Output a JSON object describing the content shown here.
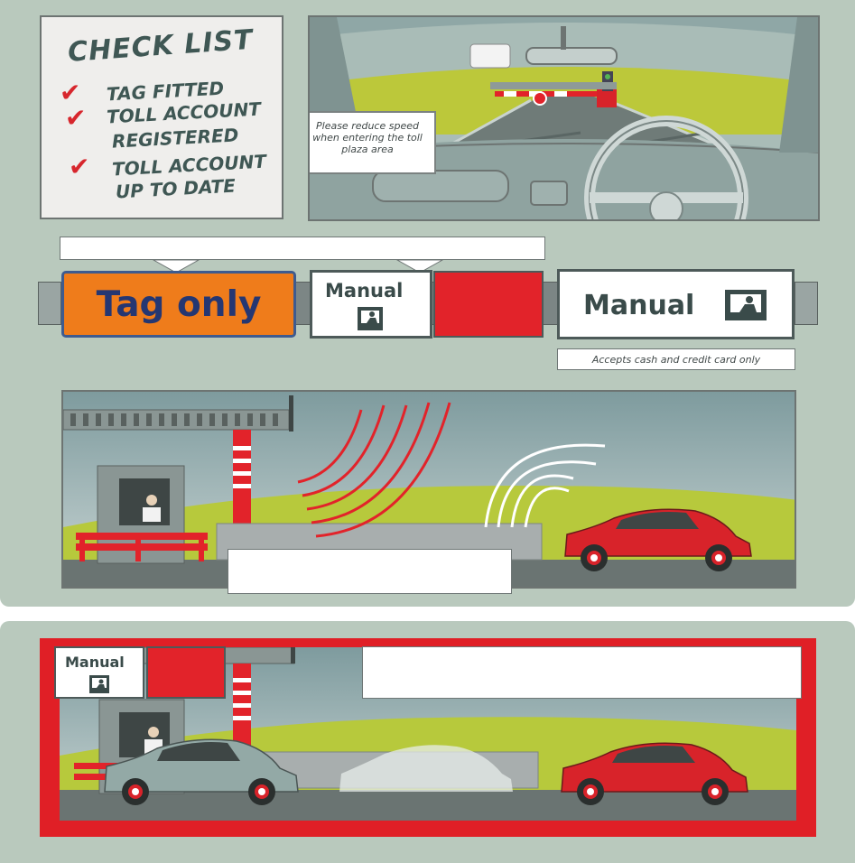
{
  "checklist": {
    "title": "CHECK LIST",
    "items": [
      {
        "lines": [
          "TAG FITTED"
        ],
        "checked": true
      },
      {
        "lines": [
          "TOLL ACCOUNT",
          "REGISTERED"
        ],
        "checked": true
      },
      {
        "lines": [
          "TOLL ACCOUNT",
          "UP TO DATE"
        ],
        "checked": true
      }
    ],
    "check_color": "#d7262d"
  },
  "windshield_note": "Please reduce speed when entering the toll plaza area",
  "lane_signs": {
    "tag_only": "Tag only",
    "manual_small": "Manual",
    "manual_large": "Manual",
    "manual_bottom": "Manual",
    "accepts_note": "Accepts cash and credit card only"
  },
  "colors": {
    "panel_bg": "#b9c9bd",
    "tag_orange": "#ef7c1b",
    "stop_red": "#e2232a",
    "car_red": "#d8232a",
    "car_grey": "#93a9a6",
    "border_red": "#e01f26"
  },
  "icons": [
    "checkmark-icon",
    "toll-booth-operator-icon",
    "signal-wave-icon",
    "car-icon",
    "boom-gate-icon"
  ]
}
